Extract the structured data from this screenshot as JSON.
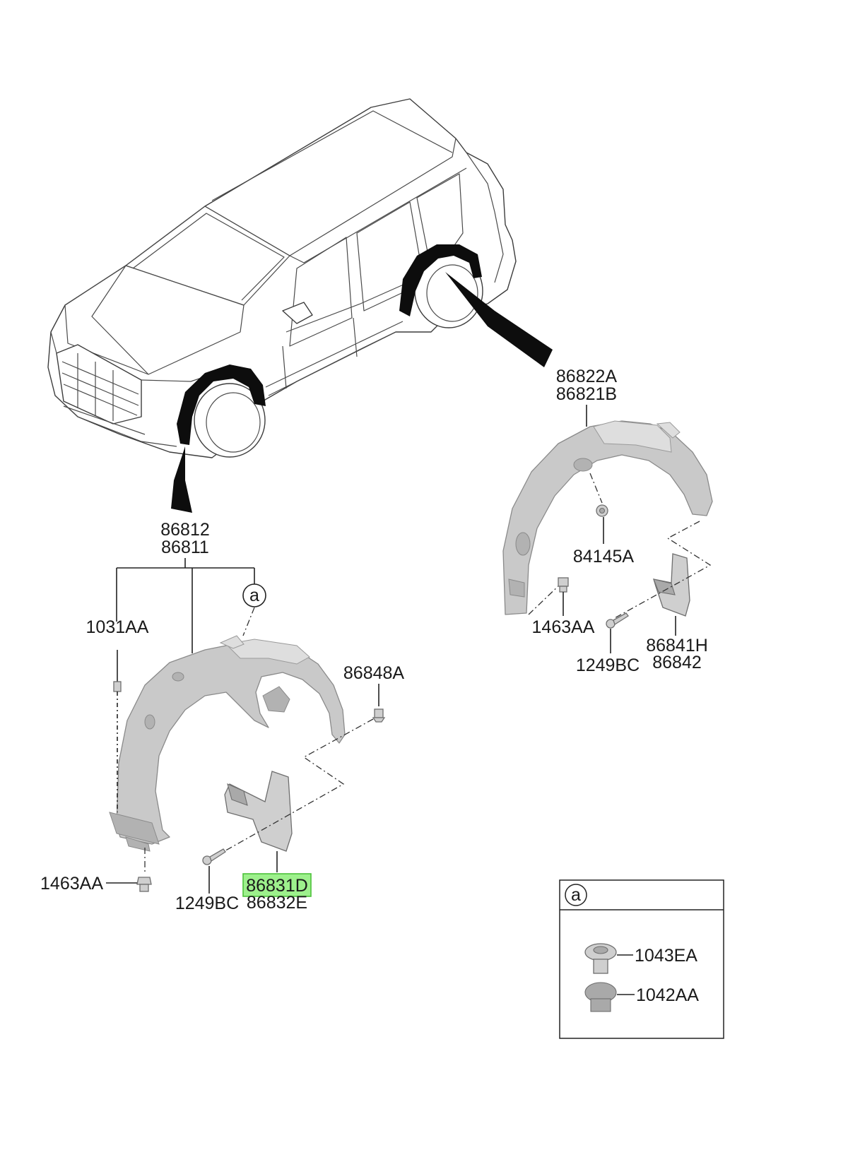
{
  "callouts": {
    "rear_liner_a": "86822A",
    "rear_liner_b": "86821B",
    "front_liner_a": "86812",
    "front_liner_b": "86811",
    "rear_nut": "84145A",
    "rear_clip": "1463AA",
    "rear_screw": "1249BC",
    "rear_flap_a": "86841H",
    "rear_flap_b": "86842",
    "front_pin": "1031AA",
    "front_screw_top": "86848A",
    "front_clip": "1463AA",
    "front_screw": "1249BC",
    "front_flap_a": "86831D",
    "front_flap_b": "86832E",
    "ref_a": "a"
  },
  "detail_box": {
    "header": "a",
    "item1": "1043EA",
    "item2": "1042AA"
  },
  "colors": {
    "highlight": "#9df08c",
    "part_fill": "#c9c9c9",
    "line": "#222222"
  }
}
